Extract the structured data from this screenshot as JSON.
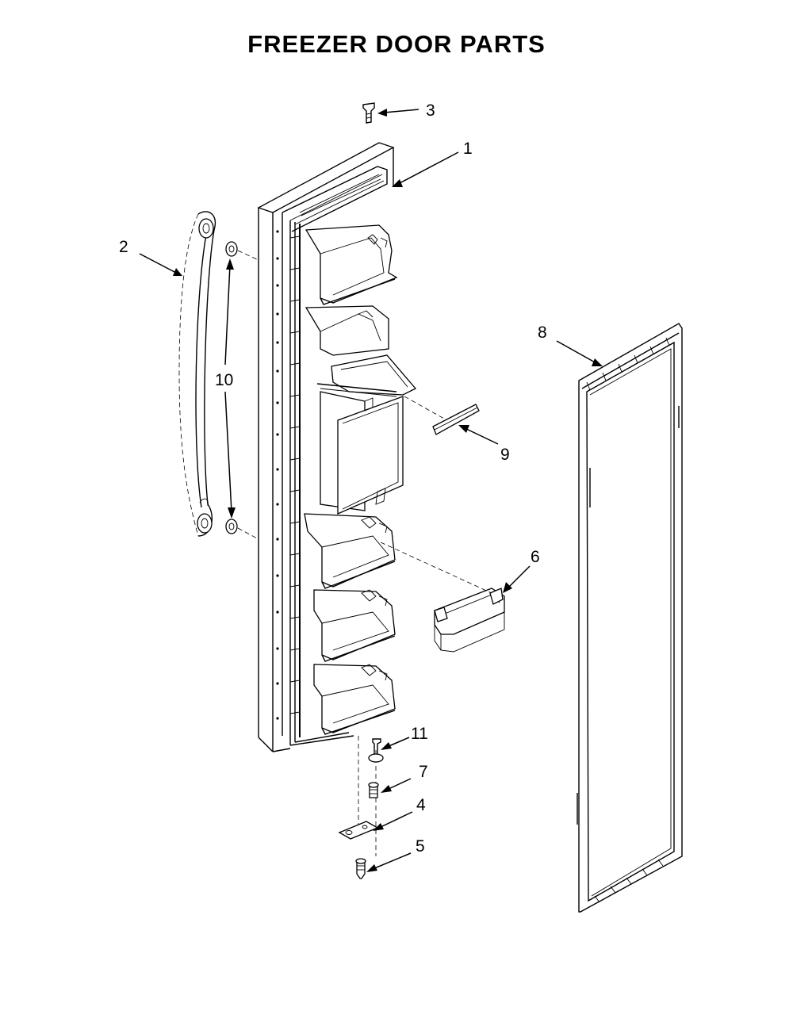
{
  "title": "FREEZER DOOR PARTS",
  "callouts": {
    "p1": "1",
    "p2": "2",
    "p3": "3",
    "p4": "4",
    "p5": "5",
    "p6": "6",
    "p7": "7",
    "p8": "8",
    "p9": "9",
    "p10": "10",
    "p11": "11"
  }
}
